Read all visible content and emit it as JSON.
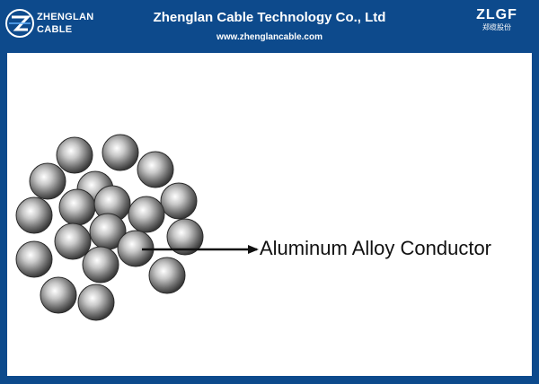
{
  "header": {
    "left_logo_line1": "ZHENGLAN",
    "left_logo_line2": "CABLE",
    "company_name": "Zhenglan Cable Technology Co., Ltd",
    "website": "www.zhenglancable.com",
    "right_logo_text": "ZLGF",
    "right_logo_subtext": "郑缆股份"
  },
  "diagram": {
    "conductor_label": "Aluminum Alloy Conductor",
    "strand_count": 19
  },
  "colors": {
    "header_bg": "#0d4a8c",
    "content_bg": "#ffffff",
    "strand_light": "#ffffff",
    "strand_dark": "#3a3a3a"
  }
}
